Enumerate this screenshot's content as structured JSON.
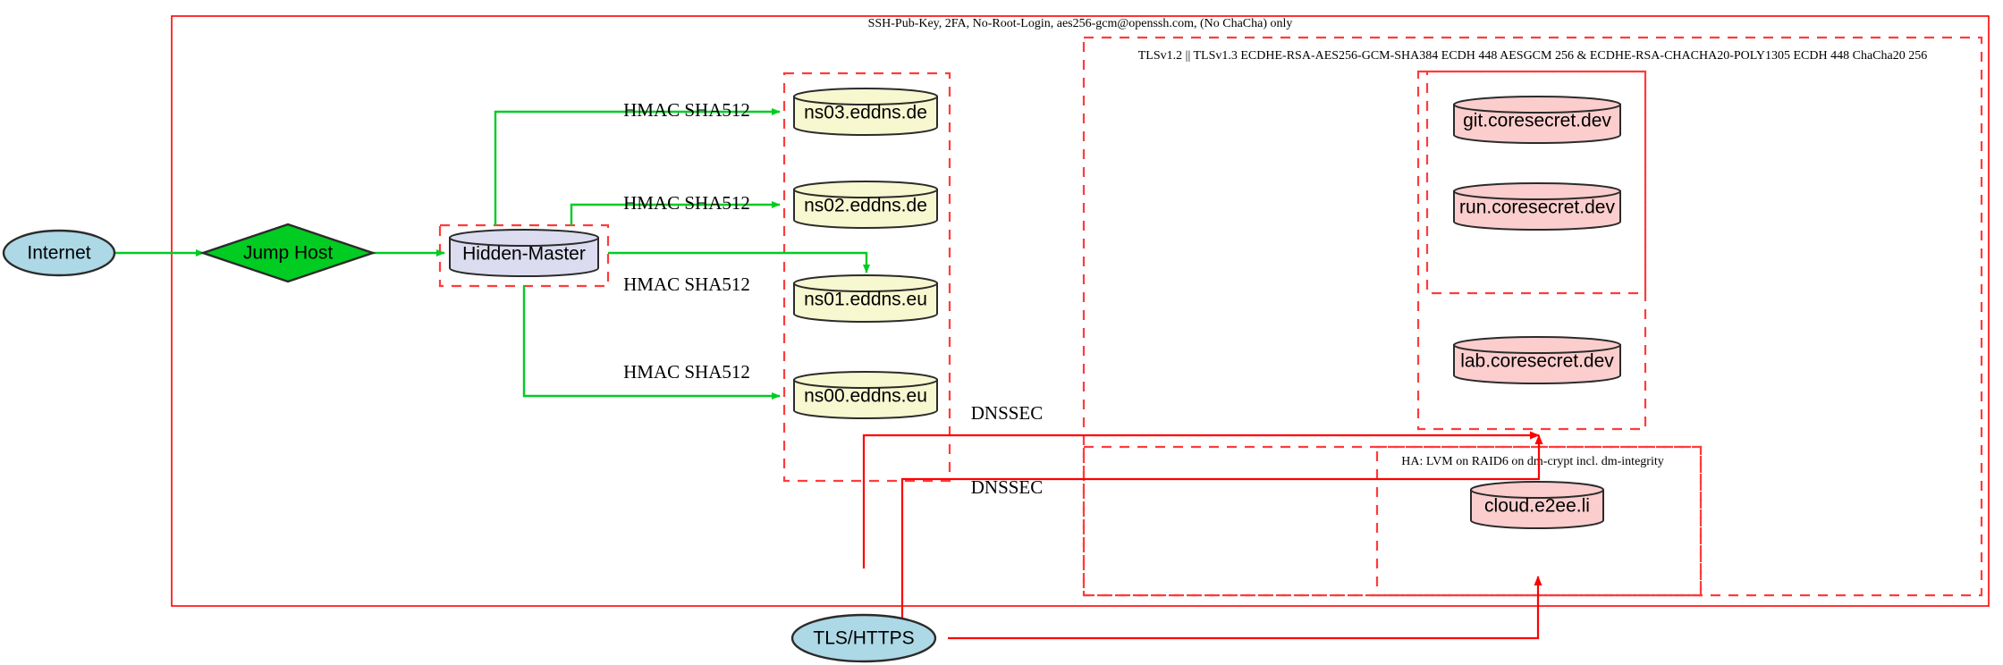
{
  "diagram": {
    "title_note": "SSH-Pub-Key, 2FA, No-Root-Login, aes256-gcm@openssh.com, (No ChaCha) only",
    "clusters": {
      "outer_ssh": {
        "label": "SSH-Pub-Key, 2FA, No-Root-Login, aes256-gcm@openssh.com, (No ChaCha) only"
      },
      "tls": {
        "label": "TLSv1.2 || TLSv1.3 ECDHE-RSA-AES256-GCM-SHA384 ECDH 448 AESGCM 256 & ECDHE-RSA-CHACHA20-POLY1305 ECDH 448 ChaCha20 256"
      },
      "ha": {
        "label": "HA: LVM on RAID6 on dm-crypt incl. dm-integrity"
      }
    },
    "nodes": {
      "internet": {
        "label": "Internet",
        "shape": "ellipse",
        "color": "#add8e6"
      },
      "jump_host": {
        "label": "Jump Host",
        "shape": "diamond",
        "color": "#00cc22"
      },
      "hidden_master": {
        "label": "Hidden-Master",
        "shape": "cylinder",
        "color": "#dcdcf0"
      },
      "ns03": {
        "label": "ns03.eddns.de",
        "shape": "cylinder",
        "color": "#f7f7d0"
      },
      "ns02": {
        "label": "ns02.eddns.de",
        "shape": "cylinder",
        "color": "#f7f7d0"
      },
      "ns01": {
        "label": "ns01.eddns.eu",
        "shape": "cylinder",
        "color": "#f7f7d0"
      },
      "ns00": {
        "label": "ns00.eddns.eu",
        "shape": "cylinder",
        "color": "#f7f7d0"
      },
      "git": {
        "label": "git.coresecret.dev",
        "shape": "cylinder",
        "color": "#fbcdcd"
      },
      "run": {
        "label": "run.coresecret.dev",
        "shape": "cylinder",
        "color": "#fbcdcd"
      },
      "lab": {
        "label": "lab.coresecret.dev",
        "shape": "cylinder",
        "color": "#fbcdcd"
      },
      "cloud": {
        "label": "cloud.e2ee.li",
        "shape": "cylinder",
        "color": "#fbcdcd"
      },
      "tls_https": {
        "label": "TLS/HTTPS",
        "shape": "ellipse",
        "color": "#add8e6"
      }
    },
    "edge_labels": {
      "hmac_ns03": "HMAC SHA512",
      "hmac_ns02": "HMAC SHA512",
      "hmac_ns01": "HMAC SHA512",
      "hmac_ns00": "HMAC SHA512",
      "dnssec_upper": "DNSSEC",
      "dnssec_lower": "DNSSEC"
    },
    "colors": {
      "edge_green": "#00cc22",
      "edge_red": "#ff0000",
      "cluster_dashed": "#ff3b3b",
      "node_blue": "#add8e6",
      "node_yellow": "#f7f7d0",
      "node_pink": "#fbcdcd",
      "node_lavender": "#dcdcf0",
      "node_green": "#00cc22"
    }
  }
}
